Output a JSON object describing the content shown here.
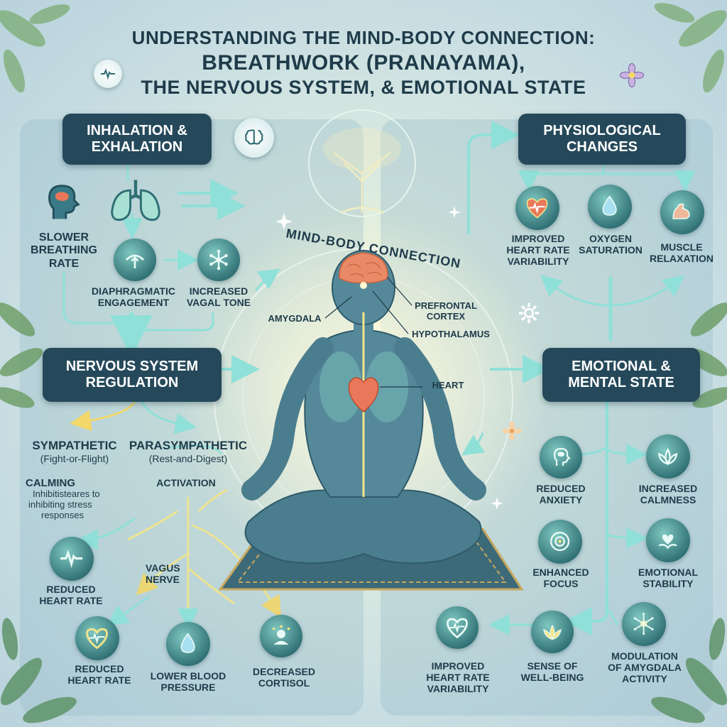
{
  "title": {
    "line1": "UNDERSTANDING THE MIND-BODY CONNECTION:",
    "line2": "BREATHWORK (PRANAYAMA),",
    "line3": "THE NERVOUS SYSTEM, & EMOTIONAL STATE"
  },
  "boxes": {
    "inhalation": [
      "INHALATION &",
      "EXHALATION"
    ],
    "nervous": [
      "NERVOUS SYSTEM",
      "REGULATION"
    ],
    "physio": [
      "PHYSIOLOGICAL",
      "CHANGES"
    ],
    "emotional": [
      "EMOTIONAL &",
      "MENTAL STATE"
    ]
  },
  "center": {
    "arc_label": "MIND-BODY CONNECTION",
    "amygdala": "AMYGDALA",
    "prefrontal": [
      "PREFRONTAL",
      "CORTEX"
    ],
    "hypothalamus": "HYPOTHALAMUS",
    "heart": "HEART"
  },
  "left": {
    "slower": [
      "SLOWER",
      "BREATHING",
      "RATE"
    ],
    "diaphragm": [
      "DIAPHRAGMATIC",
      "ENGAGEMENT"
    ],
    "vagal": [
      "INCREASED",
      "VAGAL TONE"
    ],
    "sympathetic": "SYMPATHETIC",
    "sympathetic_sub": "(Fight-or-Flight)",
    "parasympathetic": "PARASYMPATHETIC",
    "parasympathetic_sub": "(Rest-and-Digest)",
    "calming": "CALMING",
    "calming_sub": [
      "Inhibitisteares to",
      "inhibiting stress",
      "responses"
    ],
    "activation": "ACTIVATION",
    "vagus": [
      "VAGUS",
      "NERVE"
    ],
    "reduced_hr1": [
      "REDUCED",
      "HEART RATE"
    ],
    "reduced_hr2": [
      "REDUCED",
      "HEART RATE"
    ],
    "lower_bp": [
      "LOWER BLOOD",
      "PRESSURE"
    ],
    "cortisol": [
      "DECREASED",
      "CORTISOL"
    ]
  },
  "right": {
    "hrv": [
      "IMPROVED",
      "HEART RATE",
      "VARIABILITY"
    ],
    "oxygen": [
      "OXYGEN",
      "SATURATION"
    ],
    "muscle": [
      "MUSCLE",
      "RELAXATION"
    ],
    "anxiety": [
      "REDUCED",
      "ANXIETY"
    ],
    "calmness": [
      "INCREASED",
      "CALMNESS"
    ],
    "focus": [
      "ENHANCED",
      "FOCUS"
    ],
    "stability": [
      "EMOTIONAL",
      "STABILITY"
    ],
    "hrv2": [
      "IMPROVED",
      "HEART RATE",
      "VARIABILITY"
    ],
    "wellbeing": [
      "SENSE OF",
      "WELL-BEING"
    ],
    "amygdala_mod": [
      "MODULATION",
      "OF AMYGDALA",
      "ACTIVITY"
    ]
  },
  "colors": {
    "box": "#25495a",
    "icon": "#2f6f74",
    "arrow": "#8fe0d8",
    "arrow_yellow": "#f2e58a",
    "heart": "#e9785a",
    "leaf": "#6f9f6a"
  }
}
